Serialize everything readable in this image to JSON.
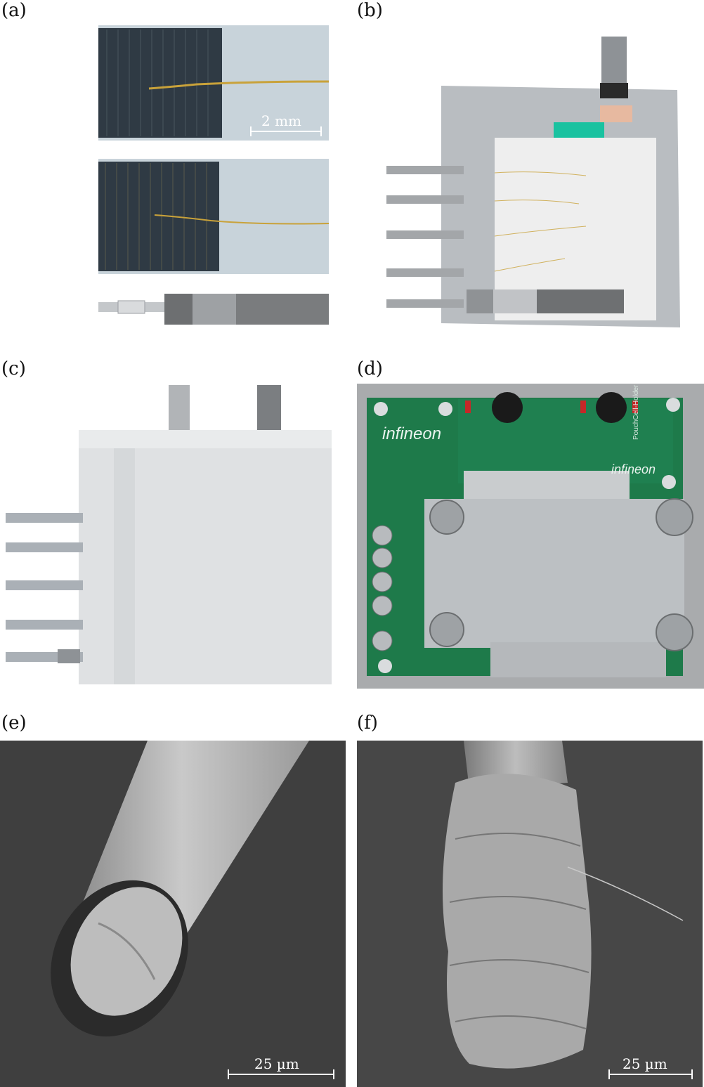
{
  "figure": {
    "panels": [
      {
        "label": "(a)",
        "scale_bar": "2 mm"
      },
      {
        "label": "(b)"
      },
      {
        "label": "(c)"
      },
      {
        "label": "(d)",
        "pcb_logo_text": "infineon",
        "pcb_side_text": "PouchCell-Holder"
      },
      {
        "label": "(e)",
        "scale_bar": "25 µm"
      },
      {
        "label": "(f)",
        "scale_bar": "25 µm"
      }
    ]
  },
  "colors": {
    "pcb_green": "#1e7a4a",
    "wire_gold": "#c9a23a",
    "sem_background": "#4a4a4a",
    "electrode_dark": "#2f3a44",
    "foil_light": "#c8ccd0"
  }
}
